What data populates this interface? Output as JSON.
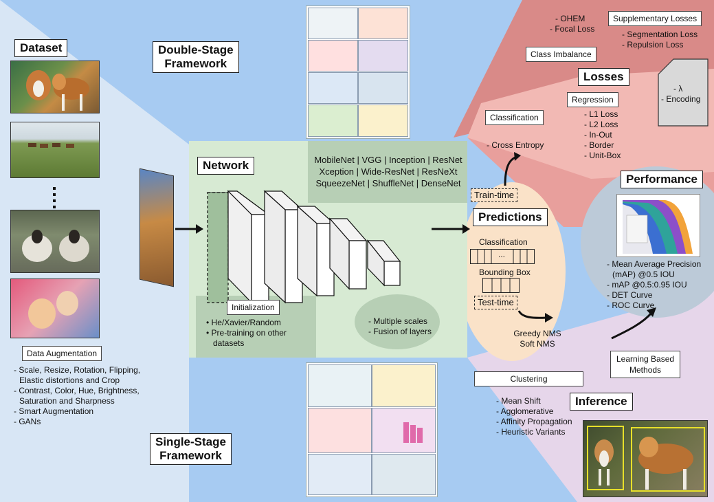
{
  "dataset": {
    "title": "Dataset",
    "augmentation_label": "Data Augmentation",
    "augmentation_items": [
      "- Scale, Resize, Rotation, Flipping,",
      "  Elastic distortions and Crop",
      "- Contrast, Color, Hue, Brightness,",
      "  Saturation and Sharpness",
      "- Smart Augmentation",
      "- GANs"
    ]
  },
  "double_stage": {
    "title_line1": "Double-Stage",
    "title_line2": "Framework"
  },
  "single_stage": {
    "title_line1": "Single-Stage",
    "title_line2": "Framework"
  },
  "network": {
    "title": "Network",
    "backbones": [
      "MobileNet | VGG | Inception | ResNet",
      "Xception | Wide-ResNet | ResNeXt",
      "SqueezeNet | ShuffleNet | DenseNet"
    ],
    "initialization_label": "Initialization",
    "initialization_items": [
      "• He/Xavier/Random",
      "• Pre-training on other",
      "  datasets"
    ],
    "scales_items": [
      "- Multiple scales",
      "- Fusion of layers"
    ]
  },
  "predictions": {
    "title": "Predictions",
    "classification_label": "Classification",
    "ellipsis": "...",
    "bbox_label": "Bounding Box",
    "train_time": "Train-time",
    "test_time": "Test-time"
  },
  "classification": {
    "label": "Classification",
    "loss": "- Cross Entropy"
  },
  "class_imbalance": {
    "label": "Class Imbalance",
    "items": [
      "- OHEM",
      "- Focal Loss"
    ]
  },
  "supplementary": {
    "label": "Supplementary Losses",
    "items": [
      "- Segmentation Loss",
      "- Repulsion Loss"
    ]
  },
  "losses": {
    "title": "Losses"
  },
  "regression": {
    "label": "Regression",
    "items": [
      "- L1 Loss",
      "- L2 Loss",
      "- In-Out",
      "- Border",
      "- Unit-Box"
    ]
  },
  "encoding": {
    "items": [
      "- λ",
      "- Encoding"
    ]
  },
  "performance": {
    "title": "Performance",
    "items": [
      "- Mean Average Precision",
      "  (mAP) @0.5 IOU",
      "- mAP @0.5:0.95 IOU",
      "- DET Curve",
      "- ROC Curve"
    ]
  },
  "nms": {
    "items": [
      "Greedy NMS",
      "Soft NMS"
    ]
  },
  "learning_based": {
    "line1": "Learning Based",
    "line2": "Methods"
  },
  "clustering": {
    "label": "Clustering",
    "items": [
      "- Mean Shift",
      "- Agglomerative",
      "- Affinity Propagation",
      "- Heuristic Variants"
    ]
  },
  "inference": {
    "title": "Inference"
  },
  "colors": {
    "dataset_bg": "#d8e6f5",
    "sky_bg": "#a7cbf2",
    "network_bg": "#d7ead3",
    "losses_dark": "#d98a88",
    "losses_mid": "#e89f9c",
    "losses_light": "#f2b9b4",
    "predictions_bg": "#fae2c8",
    "inference_bg": "#e6d6ea",
    "performance_bg": "#bccad8",
    "arrow": "#111111"
  }
}
